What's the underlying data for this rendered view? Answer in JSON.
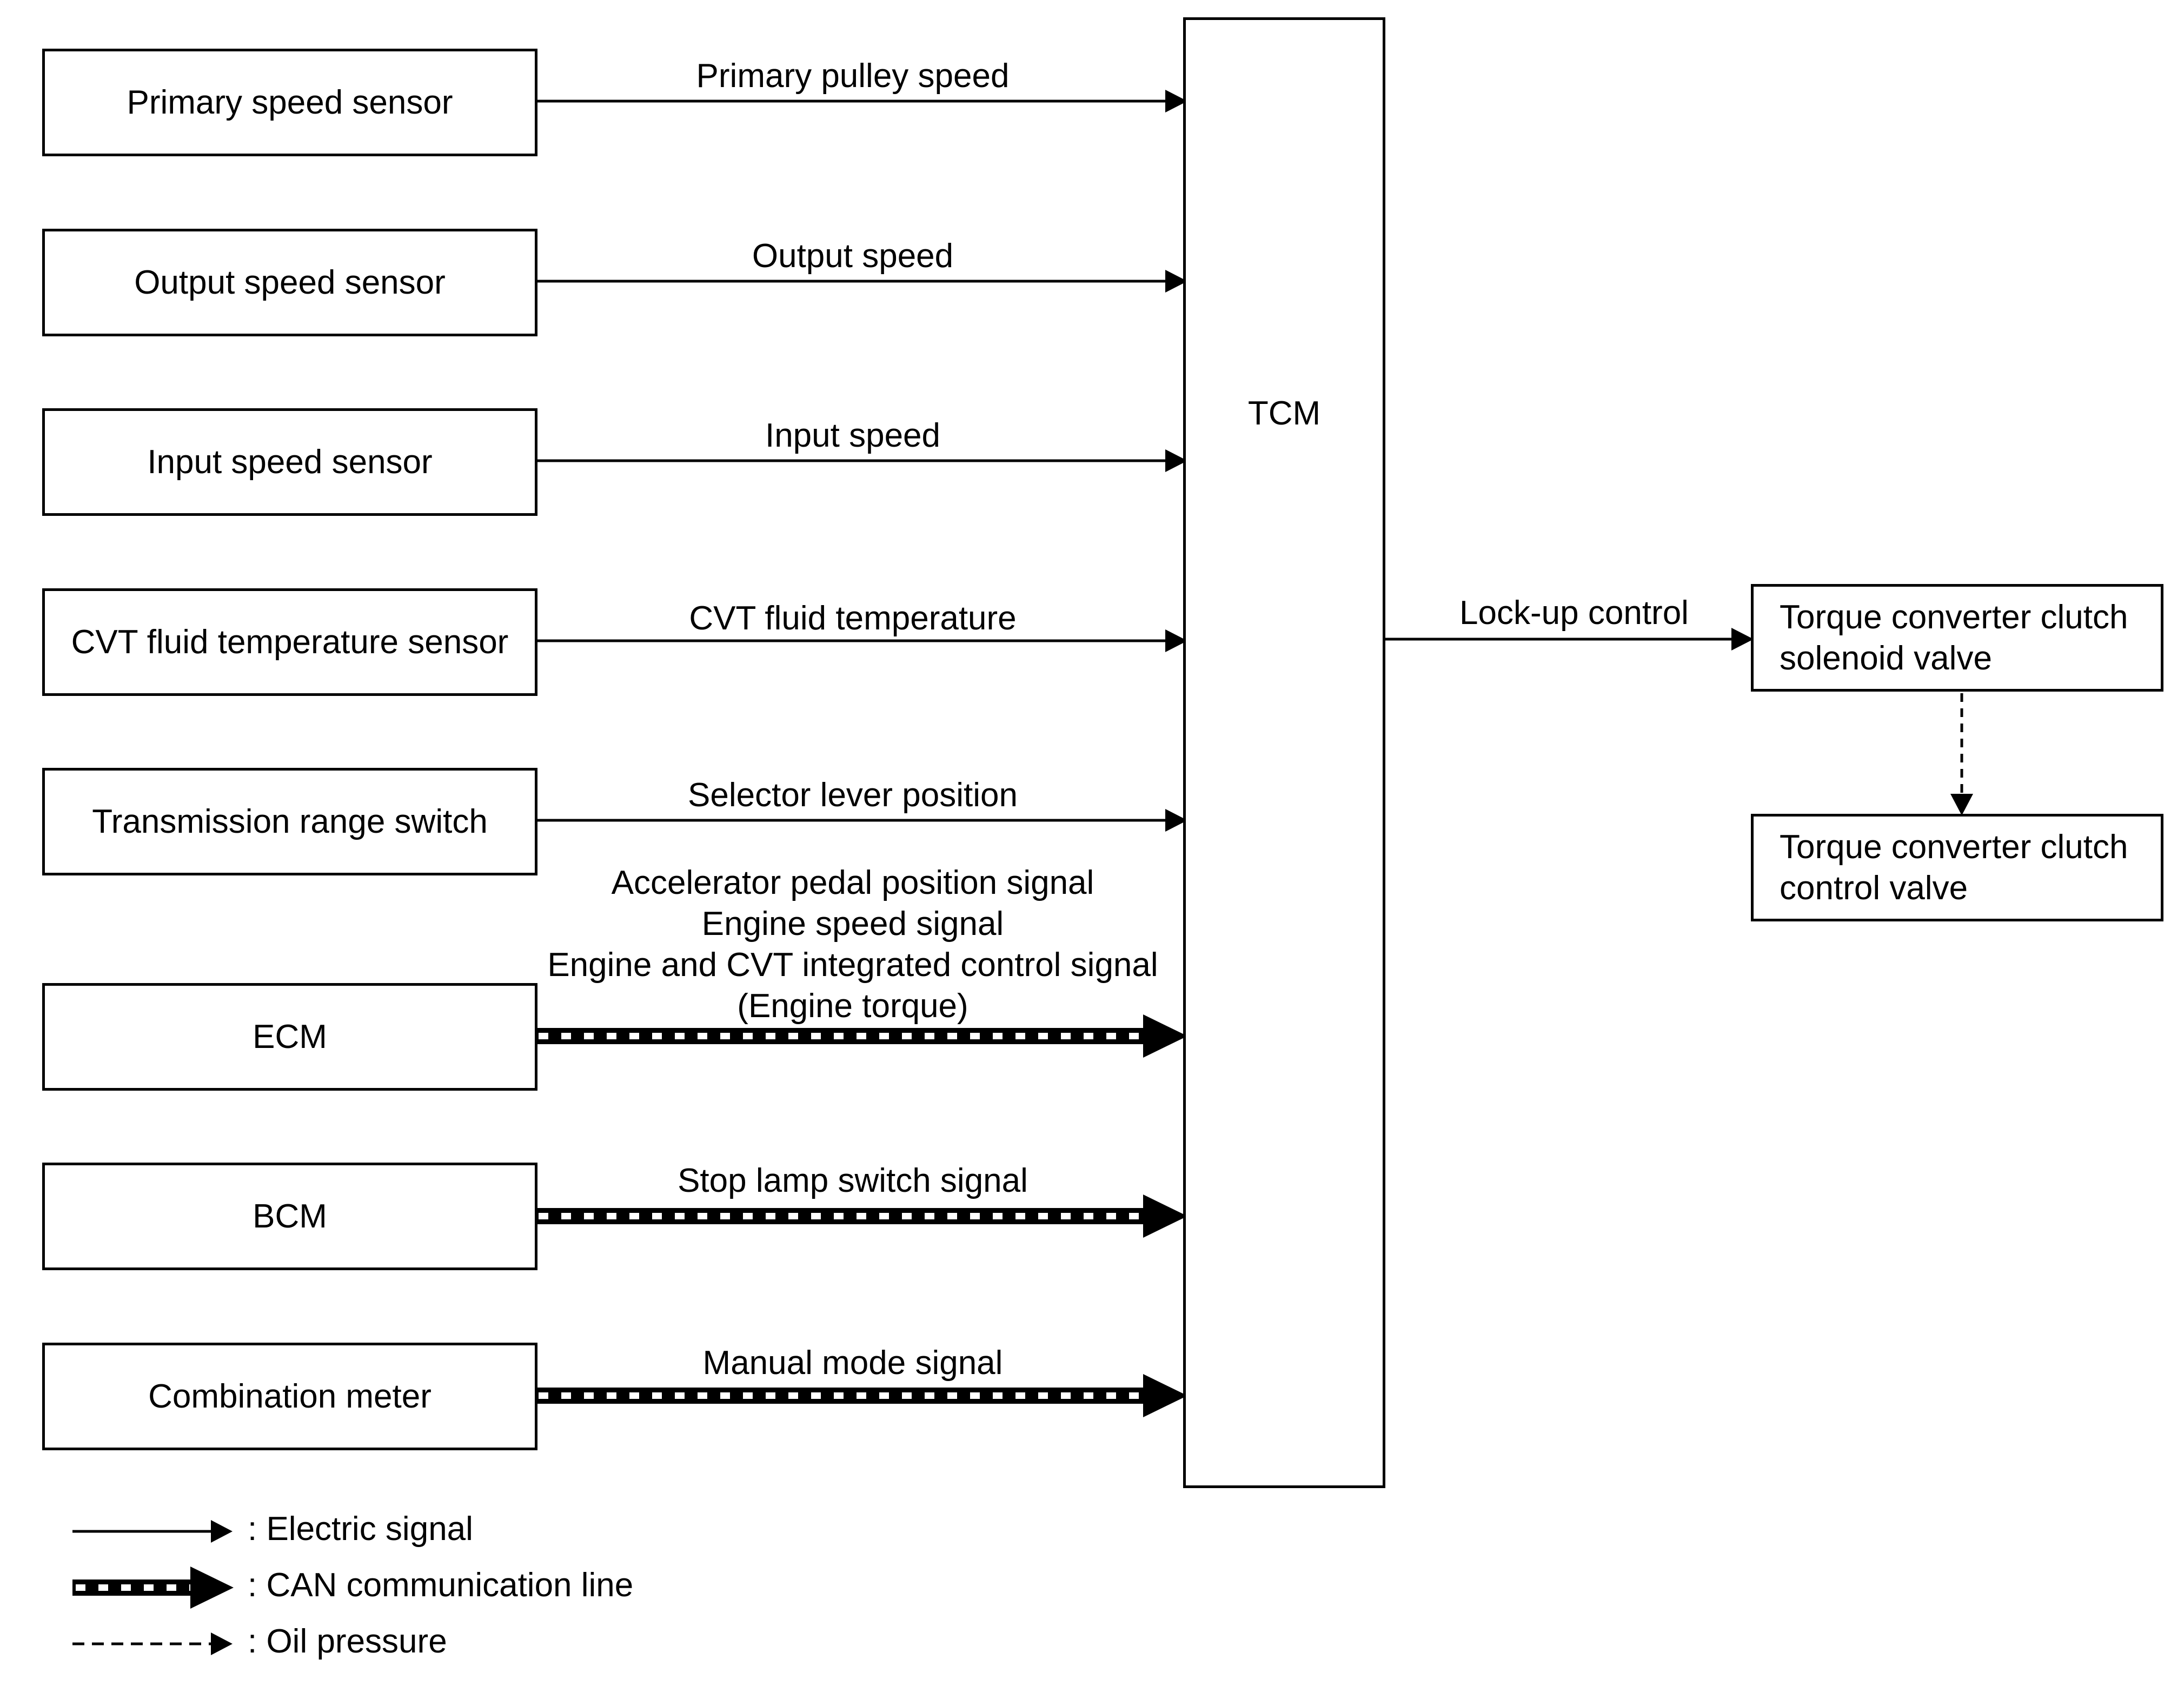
{
  "inputs": [
    {
      "label": "Primary speed sensor",
      "signal": "Primary pulley speed"
    },
    {
      "label": "Output speed sensor",
      "signal": "Output speed"
    },
    {
      "label": "Input speed sensor",
      "signal": "Input speed"
    },
    {
      "label": "CVT fluid temperature sensor",
      "signal": "CVT fluid temperature"
    },
    {
      "label": "Transmission range switch",
      "signal": "Selector lever position"
    }
  ],
  "can_inputs": [
    {
      "label": "ECM",
      "signals": [
        "Accelerator pedal position signal",
        "Engine speed signal",
        "Engine and CVT integrated control signal",
        "(Engine torque)"
      ]
    },
    {
      "label": "BCM",
      "signal": "Stop lamp switch signal"
    },
    {
      "label": "Combination meter",
      "signal": "Manual mode signal"
    }
  ],
  "tcm": {
    "label": "TCM"
  },
  "output": {
    "signal": "Lock-up control",
    "solenoid": {
      "line1": "Torque converter clutch",
      "line2": "solenoid valve"
    },
    "valve": {
      "line1": "Torque converter clutch",
      "line2": "control valve"
    }
  },
  "legend": {
    "electric": ": Electric signal",
    "can": ": CAN communication line",
    "oil": ": Oil pressure"
  }
}
